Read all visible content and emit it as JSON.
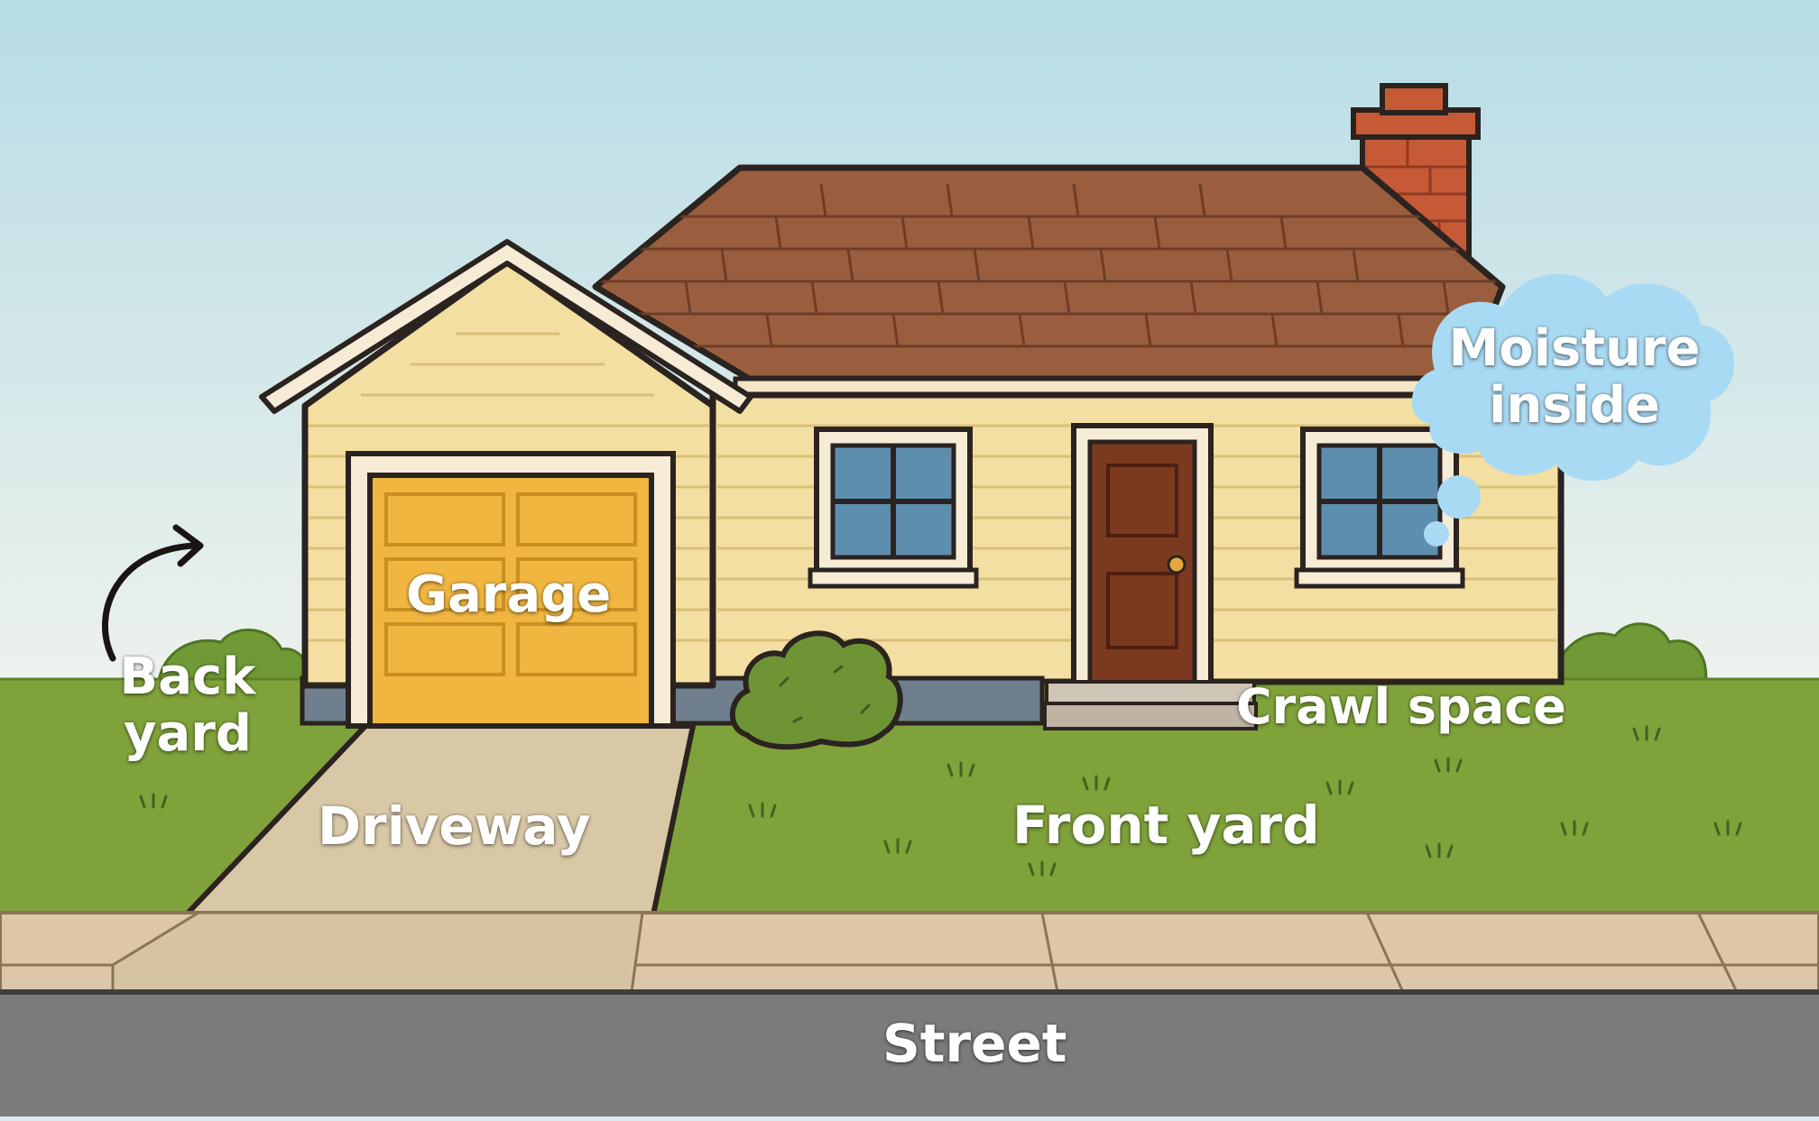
{
  "labels": {
    "garage": "Garage",
    "driveway": "Driveway",
    "front_yard": "Front yard",
    "crawl_space": "Crawl space",
    "back_yard_line1": "Back",
    "back_yard_line2": "yard",
    "street": "Street",
    "moisture_line1": "Moisture",
    "moisture_line2": "inside"
  },
  "colors": {
    "sky_top": "#b9dde6",
    "sky_bottom": "#e9f1ee",
    "grass": "#7fa23a",
    "grass_dark": "#5e8227",
    "siding": "#f3dfa2",
    "roof": "#9a5e3f",
    "roof_dark": "#7a4630",
    "garage_door": "#f0b640",
    "window_glass": "#5e8eae",
    "door": "#7b3a1f",
    "chimney": "#c65a36",
    "driveway": "#d9c8a6",
    "sidewalk": "#dcc8a8",
    "street": "#7b7b79",
    "cloud": "#a9daf3",
    "outline": "#2b2320"
  },
  "icons": {
    "back_yard_arrow": "curved-arrow-icon",
    "moisture_cloud": "cloud-icon"
  }
}
